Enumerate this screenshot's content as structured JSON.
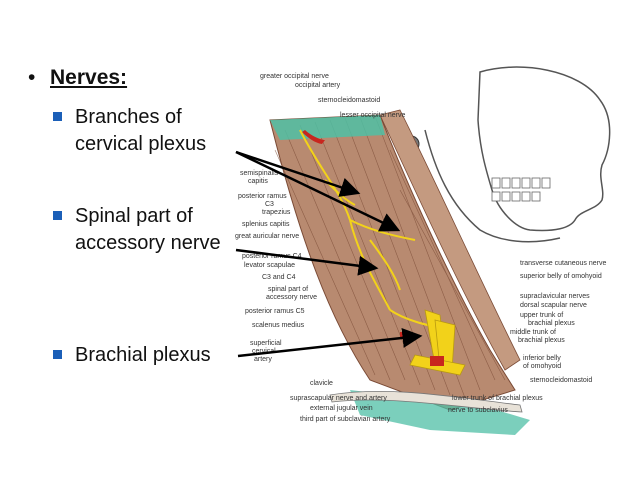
{
  "slide": {
    "bullet_symbol": "•",
    "heading": "Nerves:",
    "items": [
      {
        "line1": "Branches of",
        "line2": "cervical plexus"
      },
      {
        "line1": "Spinal part of",
        "line2": "accessory nerve"
      },
      {
        "line1": "Brachial plexus",
        "line2": ""
      }
    ]
  },
  "figure": {
    "labels": {
      "greater_occipital": "greater occipital nerve",
      "occipital_artery": "occipital artery",
      "sternocleidomastoid_top": "sternocleidomastoid",
      "lesser_occipital": "lesser occipital nerve",
      "semispinalis_1": "semispinalis",
      "semispinalis_2": "capitis",
      "posterior_ramus_c3_1": "posterior ramus",
      "posterior_ramus_c3_2": "C3",
      "trapezius": "trapezius",
      "splenius": "splenius capitis",
      "great_auricular": "great auricular nerve",
      "posterior_ramus_c4": "posterior ramus C4",
      "levator": "levator scapulae",
      "c3c4": "C3 and C4",
      "spinal_acc_1": "spinal part of",
      "spinal_acc_2": "accessory nerve",
      "posterior_ramus_c5": "posterior ramus C5",
      "scalenus": "scalenus medius",
      "superficial_1": "superficial",
      "superficial_2": "cervical",
      "superficial_3": "artery",
      "clavicle": "clavicle",
      "suprascapular": "suprascapular nerve and artery",
      "ext_jugular": "external jugular vein",
      "third_part": "third part of subclavian artery",
      "transverse_cut": "transverse cutaneous nerve",
      "sup_omohyoid": "superior belly of omohyoid",
      "supraclav": "supraclavicular nerves",
      "dorsal_scap": "dorsal scapular nerve",
      "upper_trunk_1": "upper trunk of",
      "upper_trunk_2": "brachial plexus",
      "middle_trunk_1": "middle trunk of",
      "middle_trunk_2": "brachial plexus",
      "inf_omohyoid_1": "inferior belly",
      "inf_omohyoid_2": "of omohyoid",
      "scm_bottom": "sternocleidomastoid",
      "lower_trunk": "lower trunk of brachial plexus",
      "nerve_subclavius": "nerve to subclavius"
    }
  },
  "colors": {
    "bullet_square": "#1b5fb8",
    "muscle": "#b88a70",
    "muscle_dark": "#7a4a35",
    "nerve": "#f2d21a",
    "fascia": "#4fbfa5",
    "artery": "#c8261e",
    "arrow": "#000000"
  }
}
